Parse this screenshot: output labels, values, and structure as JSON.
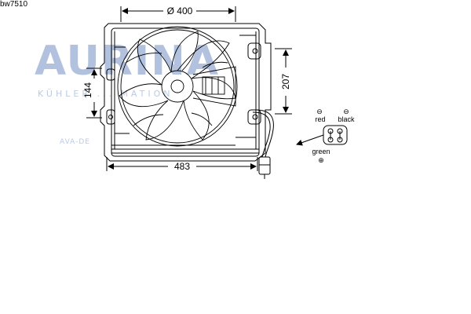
{
  "part_code": "bw7510",
  "watermark": {
    "brand": "AURINA",
    "line1": "KÜHLER  ...  MATION",
    "line2": "AVA-DE"
  },
  "dimensions": {
    "diameter": "Ø 400",
    "height": "207",
    "width": "483",
    "side": "144"
  },
  "connector": {
    "red": "red",
    "black": "black",
    "green": "green",
    "minus_symbol": "⊖",
    "plus_symbol": "⊕"
  }
}
